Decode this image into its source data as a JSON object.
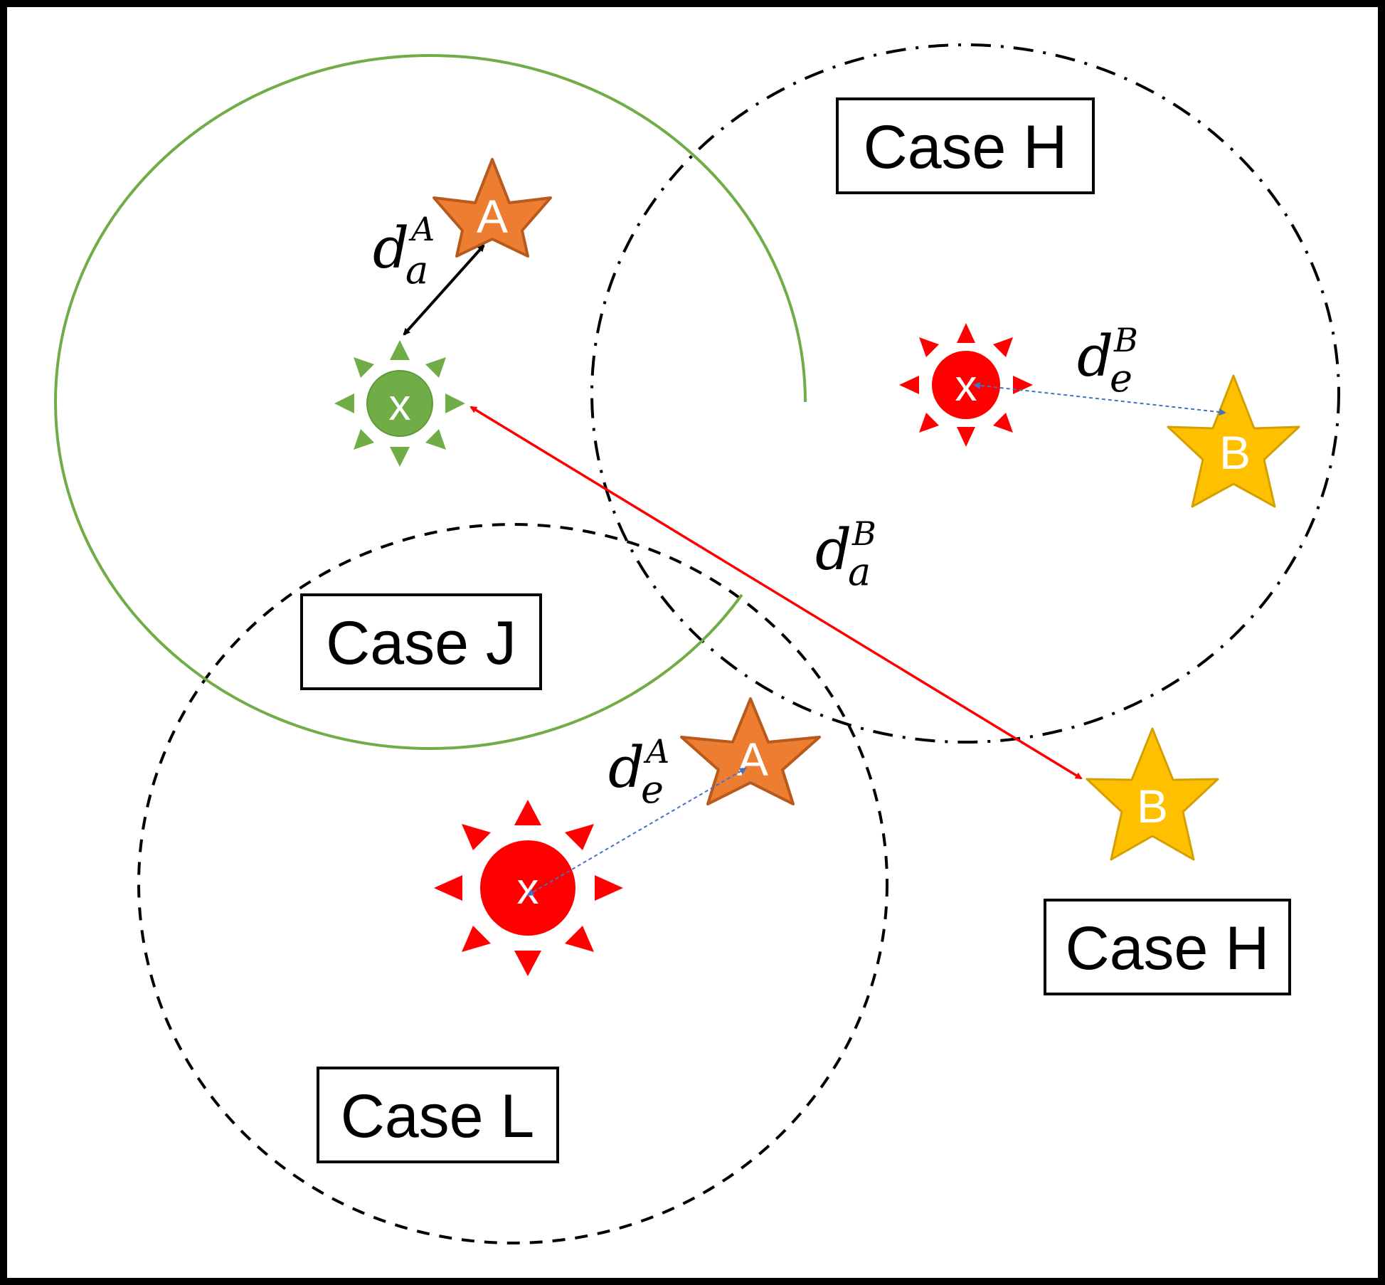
{
  "colors": {
    "frame": "#000000",
    "circle_j": "#70ad47",
    "node_green": "#70ad47",
    "node_red": "#ff0000",
    "star_a": "#ed7d31",
    "star_a_stroke": "#b85a1b",
    "star_b": "#ffc000",
    "star_b_stroke": "#d4a000",
    "arrow_black": "#000000",
    "arrow_red": "#ff0000",
    "arrow_blue": "#4472c4"
  },
  "labels": {
    "case_h_top": "Case H",
    "case_j": "Case J",
    "case_l": "Case L",
    "case_h_bottom": "Case H"
  },
  "nodes": {
    "green_node_letter": "x",
    "red_node_top_letter": "x",
    "red_node_bottom_letter": "x"
  },
  "stars": {
    "a_top_letter": "A",
    "a_bottom_letter": "A",
    "b_top_letter": "B",
    "b_bottom_letter": "B"
  },
  "distances": {
    "da_A": {
      "main": "d",
      "sub": "a",
      "sup": "A"
    },
    "de_B": {
      "main": "d",
      "sub": "e",
      "sup": "B"
    },
    "da_B": {
      "main": "d",
      "sub": "a",
      "sup": "B"
    },
    "de_A": {
      "main": "d",
      "sub": "e",
      "sup": "A"
    }
  }
}
